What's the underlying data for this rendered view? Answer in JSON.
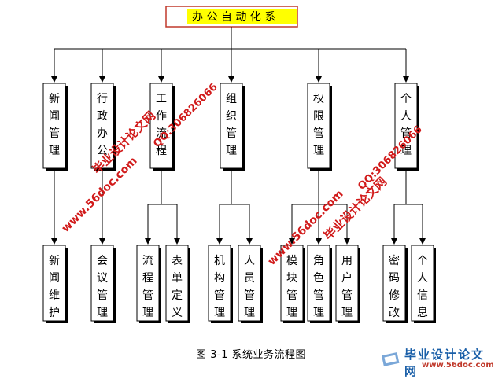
{
  "root": {
    "label": "办 公 自 动 化 系"
  },
  "modules": [
    {
      "label": "新闻管理",
      "children": [
        {
          "label": "新闻维护"
        }
      ]
    },
    {
      "label": "行政办公",
      "children": [
        {
          "label": "会议管理"
        }
      ]
    },
    {
      "label": "工作流程",
      "children": [
        {
          "label": "流程管理"
        },
        {
          "label": "表单定义"
        }
      ]
    },
    {
      "label": "组织管理",
      "children": [
        {
          "label": "机构管理"
        },
        {
          "label": "人员管理"
        }
      ]
    },
    {
      "label": "权限管理",
      "children": [
        {
          "label": "模块管理"
        },
        {
          "label": "角色管理"
        },
        {
          "label": "用户管理"
        }
      ]
    },
    {
      "label": "个人管理",
      "children": [
        {
          "label": "密码修改"
        },
        {
          "label": "个人信息"
        }
      ]
    }
  ],
  "caption": "图 3-1 系统业务流程图",
  "watermarks": {
    "site": "www.56doc.com",
    "brand": "毕业设计论文网",
    "qq": "QQ:306826066"
  },
  "footer": {
    "brand": "毕业设计论文网",
    "site": "www.56doc.com"
  }
}
